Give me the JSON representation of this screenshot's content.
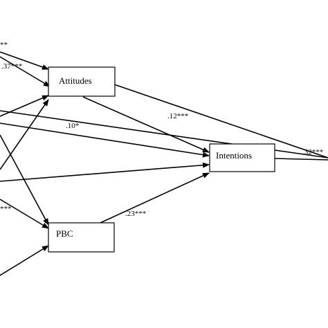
{
  "nodes": {
    "attitudes": "Attitudes",
    "intentions": "Intentions",
    "pbc": "PBC"
  },
  "coefficients": {
    "attitudes_in_partial": "**",
    "attitudes_in": ".37***",
    "attitudes_intentions": ".12***",
    "left_intentions": ".10*",
    "pbc_intentions": ".23***",
    "pbc_in_partial": "***",
    "intentions_out": ".32***"
  }
}
